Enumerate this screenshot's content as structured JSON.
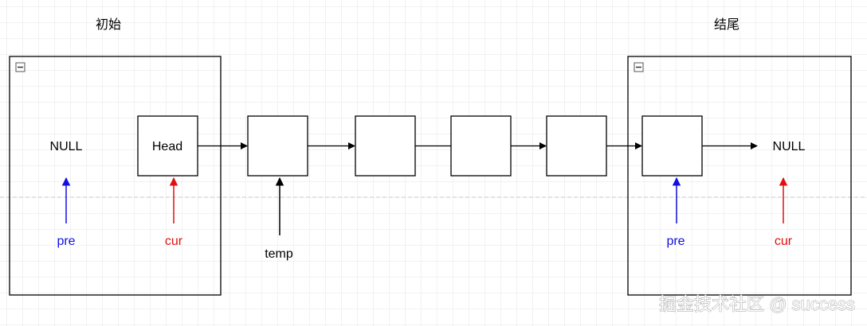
{
  "titles": {
    "initial": "初始",
    "final": "结尾"
  },
  "initial": {
    "null_label": "NULL",
    "head_label": "Head",
    "pre_label": "pre",
    "cur_label": "cur"
  },
  "middle": {
    "temp_label": "temp"
  },
  "final": {
    "null_label": "NULL",
    "pre_label": "pre",
    "cur_label": "cur"
  },
  "watermark": "掘金技术社区 @ success",
  "colors": {
    "pre": "#1010e0",
    "cur": "#e01010",
    "line": "#000000",
    "grid": "#e4e4e4"
  }
}
